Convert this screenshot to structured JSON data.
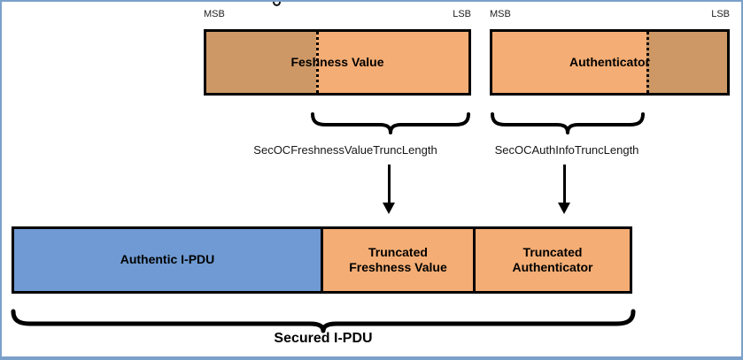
{
  "figure": {
    "top_row": {
      "freshness_box": {
        "msb": "MSB",
        "lsb": "LSB",
        "label": "Feshness Value"
      },
      "authenticator_box": {
        "msb": "MSB",
        "lsb": "LSB",
        "label": "Authenticator"
      }
    },
    "annotations": {
      "freshness_trunc_length": "SecOCFreshnessValueTruncLength",
      "auth_trunc_length": "SecOCAuthInfoTruncLength"
    },
    "bottom_row": {
      "authentic_ipdu": "Authentic I-PDU",
      "truncated_freshness": "Truncated\nFreshness Value",
      "truncated_authenticator": "Truncated\nAuthenticator"
    },
    "secured_ipdu": "Secured I-PDU",
    "colors": {
      "segment_dark_tan": "#cd9865",
      "segment_light_orange": "#f4ad74",
      "authentic_ipdu_blue": "#6f9ad3",
      "frame_border_blue": "#7ba0c9",
      "line_black": "#000000"
    }
  }
}
